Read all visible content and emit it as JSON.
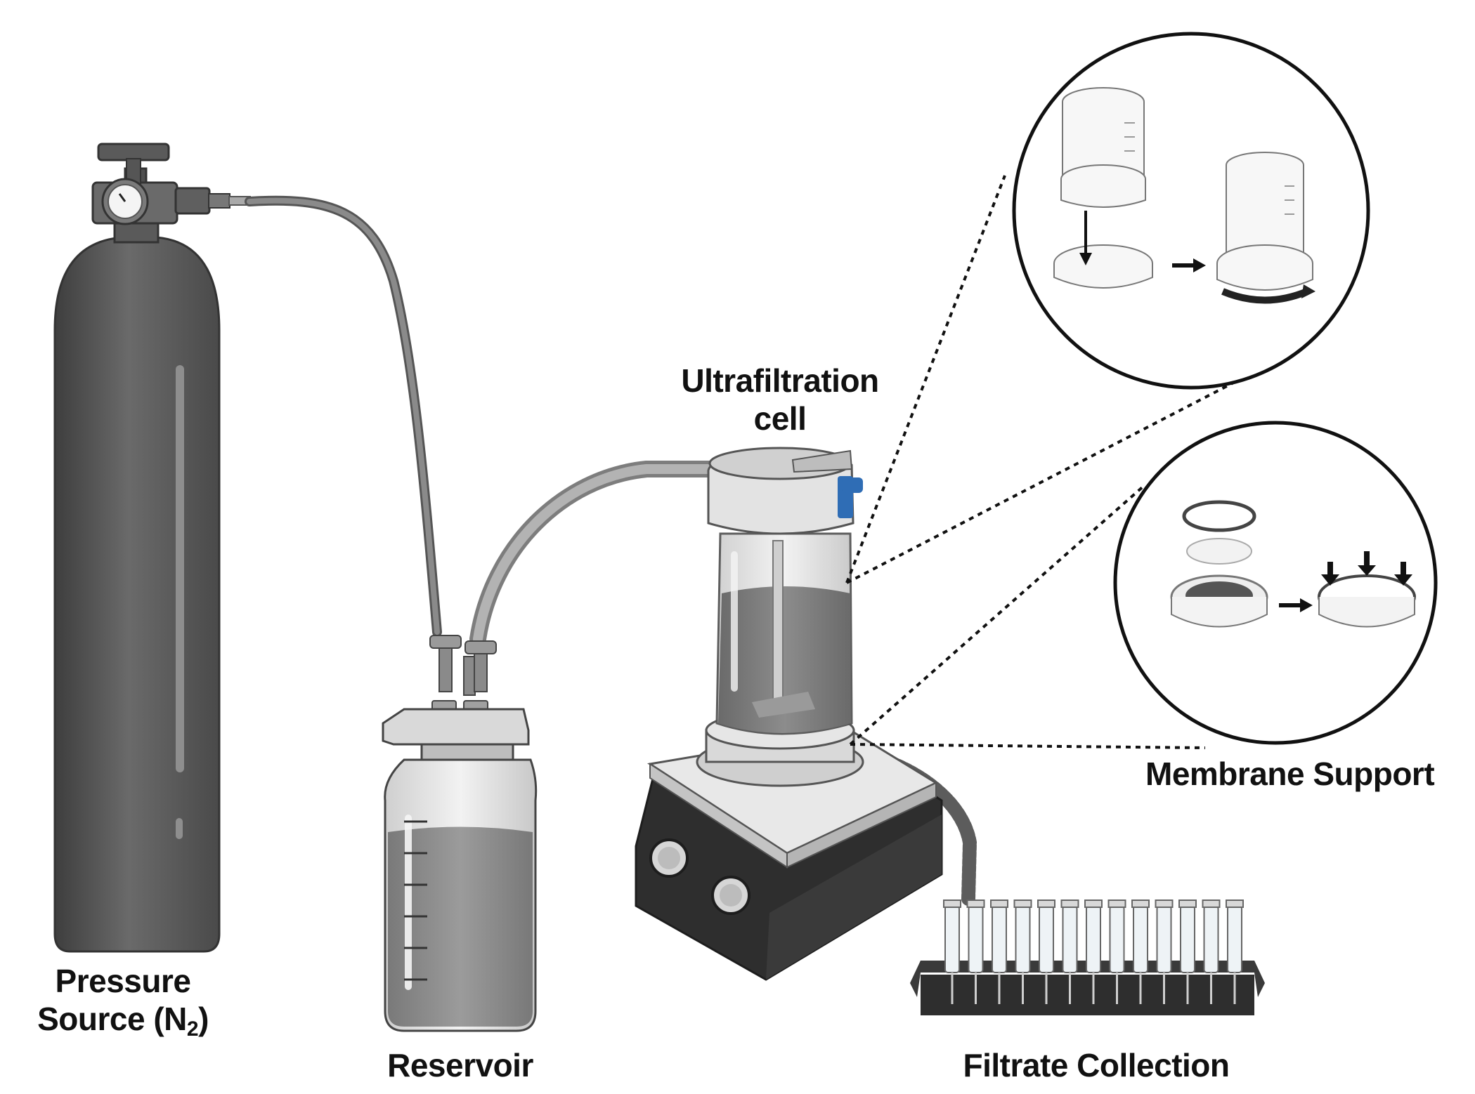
{
  "labels": {
    "pressure_source_line1": "Pressure",
    "pressure_source_line2_prefix": "Source (N",
    "pressure_source_subscript": "2",
    "pressure_source_line2_suffix": ")",
    "reservoir": "Reservoir",
    "ultrafiltration_line1": "Ultrafiltration",
    "ultrafiltration_line2": "cell",
    "membrane_support": "Membrane Support",
    "filtrate_collection": "Filtrate Collection"
  },
  "colors": {
    "cylinder": "#5a5a5a",
    "tubing": "#8a8a8a",
    "liquid": "#7a7a7a",
    "stirrer_base": "#2e2e2e",
    "valve_accent": "#2f6db5",
    "label_text": "#111111"
  }
}
